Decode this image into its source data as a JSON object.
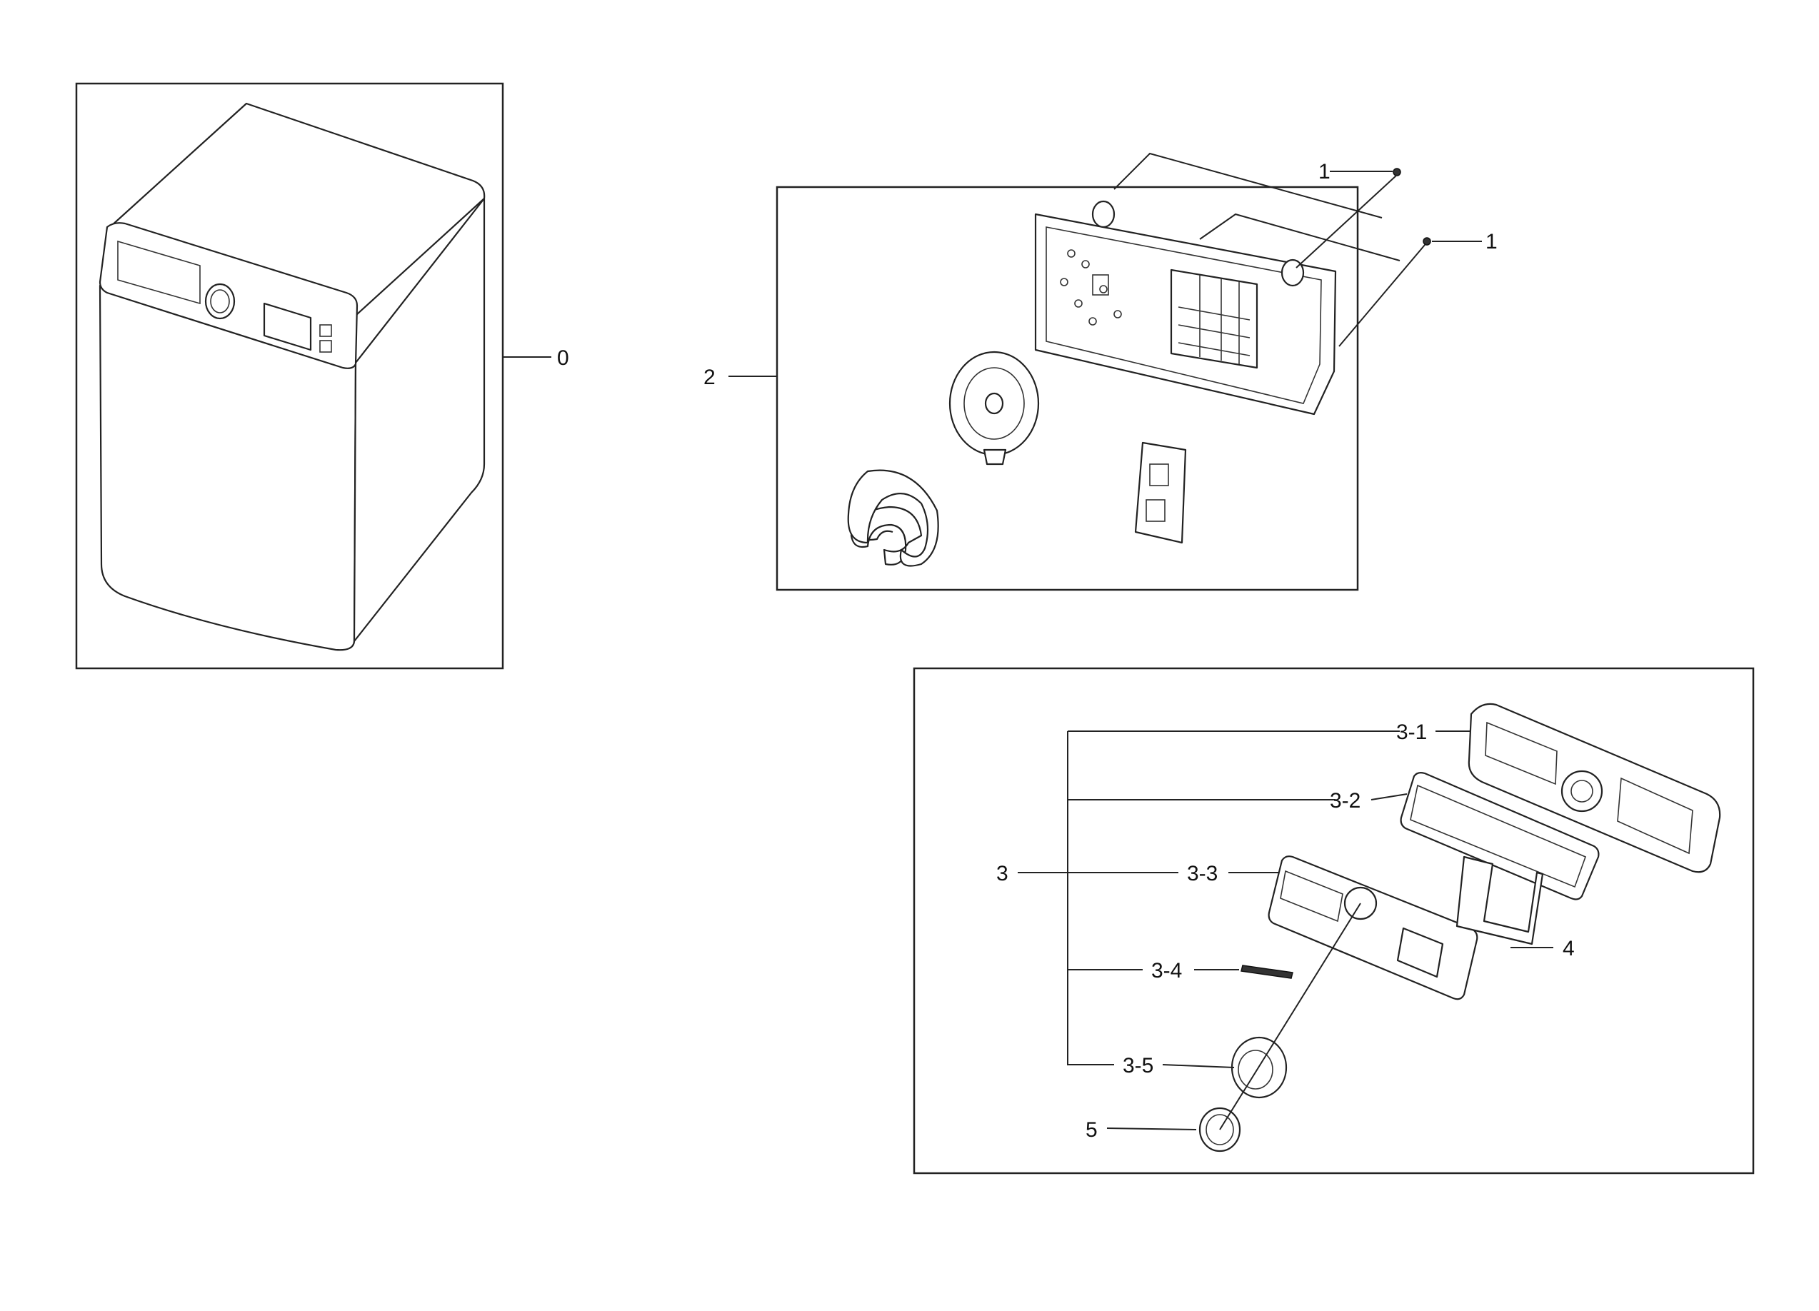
{
  "callouts": {
    "c0": "0",
    "c1a": "1",
    "c1b": "1",
    "c2": "2",
    "c3": "3",
    "c3_1": "3-1",
    "c3_2": "3-2",
    "c3_3": "3-3",
    "c3_4": "3-4",
    "c3_5": "3-5",
    "c4": "4",
    "c5": "5"
  }
}
